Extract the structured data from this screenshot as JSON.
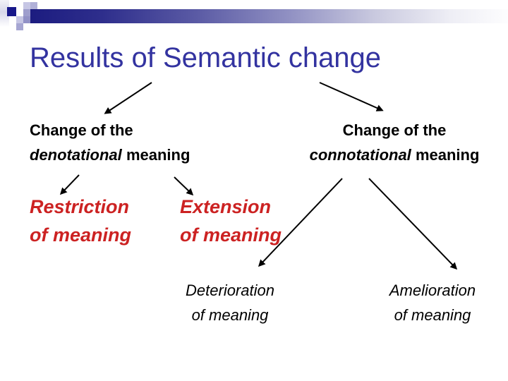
{
  "slide": {
    "title": "Results of Semantic change"
  },
  "colors": {
    "title_blue": "#3333a0",
    "emphasis_red": "#cc2222",
    "header_navy": "#1c1c80",
    "text_black": "#000000"
  },
  "tree": {
    "level1": {
      "left": {
        "line1": "Change of the",
        "italic": "denotational",
        "rest": "meaning"
      },
      "right": {
        "line1": "Change of the",
        "italic": "connotational",
        "rest": "meaning"
      }
    },
    "level2": {
      "restriction": {
        "line1": "Restriction",
        "line2": "of meaning"
      },
      "extension": {
        "line1": "Extension",
        "line2": "of meaning"
      }
    },
    "level3": {
      "deterioration": {
        "line1": "Deterioration",
        "line2": "of meaning"
      },
      "amelioration": {
        "line1": "Amelioration",
        "line2": "of meaning"
      }
    }
  }
}
